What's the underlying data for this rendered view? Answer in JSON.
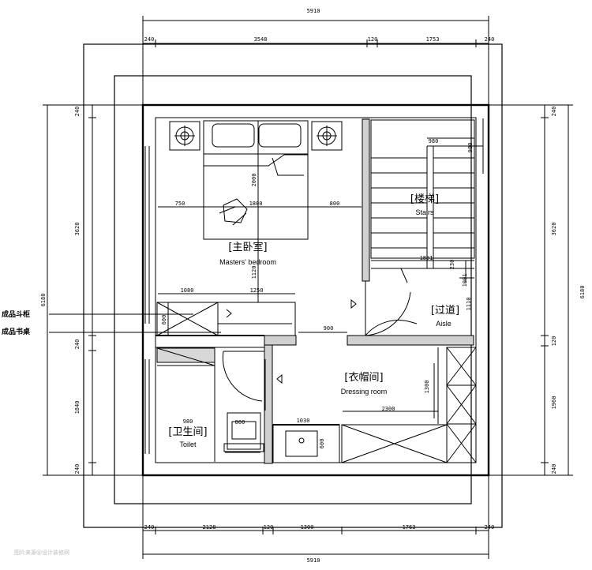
{
  "rooms": {
    "master_bedroom": {
      "cn": "[主卧室]",
      "en": "Masters' bedroom"
    },
    "stairs": {
      "cn": "[楼梯]",
      "en": "Stairs"
    },
    "aisle": {
      "cn": "[过道]",
      "en": "Aisle"
    },
    "dressing_room": {
      "cn": "[衣帽间]",
      "en": "Dressing room"
    },
    "toilet": {
      "cn": "[卫生间]",
      "en": "Toilet"
    }
  },
  "callouts": {
    "cabinet": "成品斗柜",
    "desk": "成品书桌"
  },
  "dimensions": {
    "top_total": "5910",
    "top_1": "240",
    "top_2": "3548",
    "top_3": "120",
    "top_4": "1753",
    "top_5": "240",
    "bottom_total": "5910",
    "bottom_1": "240",
    "bottom_2": "2128",
    "bottom_3": "120",
    "bottom_4": "1300",
    "bottom_5": "1763",
    "bottom_6": "240",
    "left_total": "6180",
    "left_1": "240",
    "left_2": "3620",
    "left_3": "240",
    "left_4": "1840",
    "left_5": "240",
    "right_total": "6180",
    "right_1": "240",
    "right_2": "3620",
    "right_3": "120",
    "right_4": "1960",
    "right_5": "240",
    "bed_left": "750",
    "bed_width": "1800",
    "bed_right": "800",
    "bed_length": "2000",
    "bedroom_depth": "1120",
    "cabinet_w": "1080",
    "desk_w": "1250",
    "cabinet_d": "600",
    "door_gap": "900",
    "stair_w": "980",
    "stair_h": "980",
    "landing": "1801",
    "landing_h": "230",
    "aisle_h": "1110",
    "aisle_w": "1001",
    "dress_h": "1300",
    "dress_w": "2300",
    "toilet_w": "980",
    "toilet_basin": "800",
    "sink_w": "1030",
    "sink_d": "600"
  },
  "watermark": "图片来源@设计装修网"
}
